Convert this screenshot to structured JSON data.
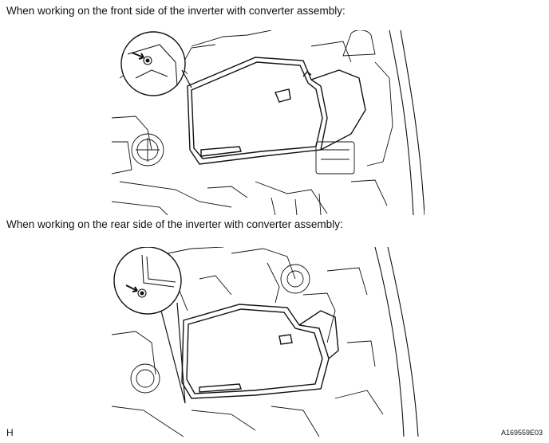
{
  "captions": {
    "front": "When working on the front side of the inverter with converter assembly:",
    "rear": "When working on the rear side of the inverter with converter assembly:"
  },
  "footer": {
    "section_marker": "H",
    "illustration_code": "A169559E03"
  }
}
